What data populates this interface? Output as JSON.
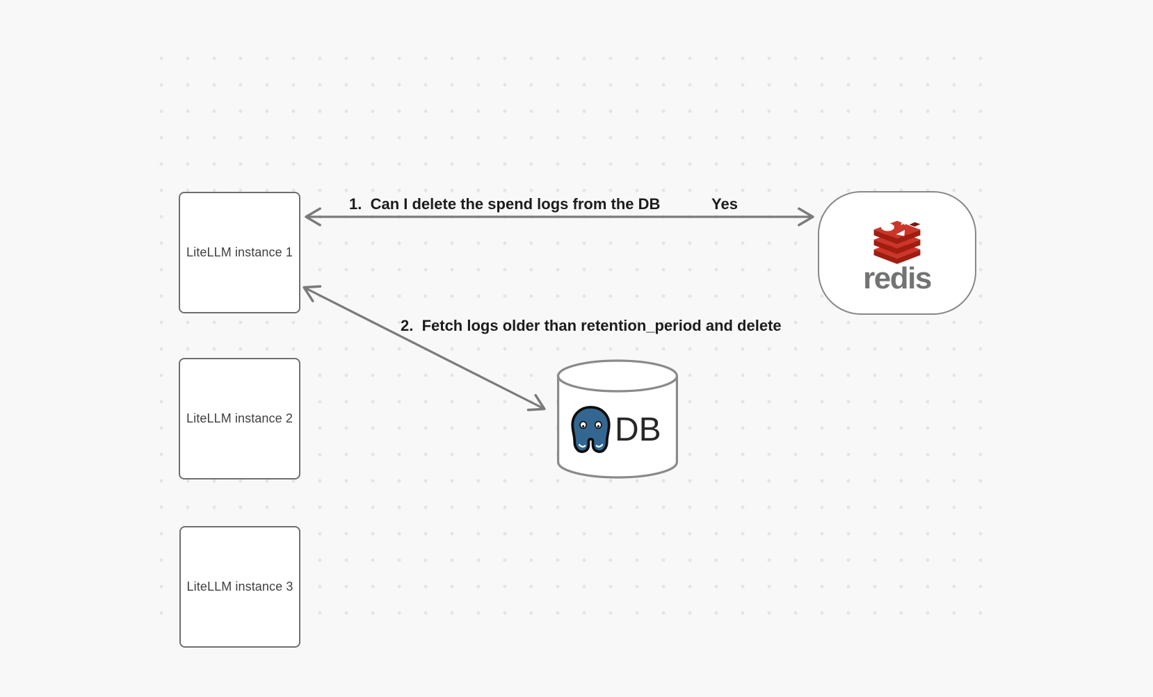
{
  "diagram": {
    "instances": [
      {
        "label": "LiteLLM instance 1"
      },
      {
        "label": "LiteLLM instance 2"
      },
      {
        "label": "LiteLLM instance 3"
      }
    ],
    "redis": {
      "wordmark": "redis"
    },
    "db": {
      "label": "DB"
    },
    "edges": {
      "redis_edge": {
        "question": "1.  Can I delete the spend logs from the DB",
        "answer": "Yes",
        "direction": "bidirectional"
      },
      "db_edge": {
        "label": "2.  Fetch logs older than retention_period and delete",
        "direction": "bidirectional"
      }
    },
    "colors": {
      "background": "#f8f8f8",
      "dots": "#e5e5e5",
      "node_border": "#6e6e6e",
      "arrow": "#7a7a7a",
      "label_text": "#1c1c1c",
      "redis_red": "#cc3529",
      "redis_dark_red": "#a01d10",
      "redis_cube_red": "#7e150c",
      "redis_wordmark_gray": "#737373",
      "postgres_blue": "#336791",
      "db_text": "#272727"
    }
  }
}
